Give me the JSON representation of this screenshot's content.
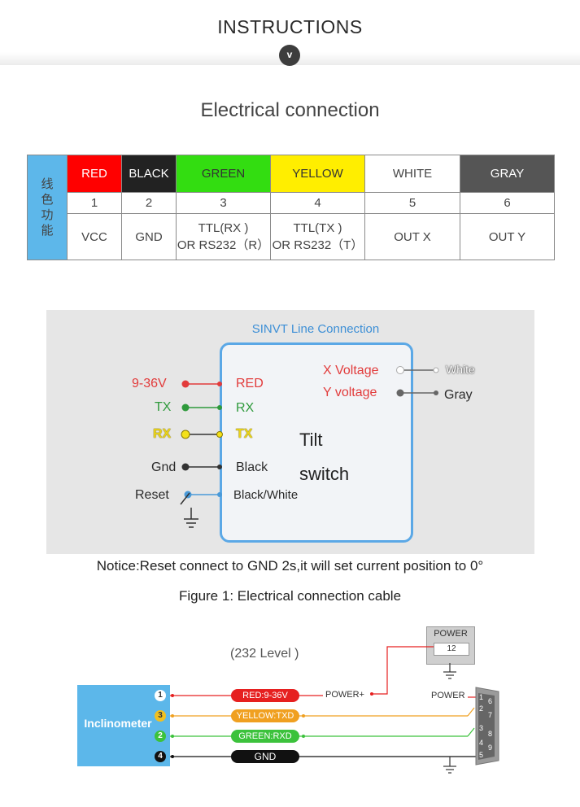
{
  "header": {
    "title": "INSTRUCTIONS",
    "badge": "v"
  },
  "section_title": "Electrical connection",
  "table": {
    "side_label": "线\n色\n功\n能",
    "columns": [
      {
        "color_name": "RED",
        "bg": "#ff0000",
        "fg": "#ffffff",
        "pin": "1",
        "function": "VCC"
      },
      {
        "color_name": "BLACK",
        "bg": "#222222",
        "fg": "#ffffff",
        "pin": "2",
        "function": "GND"
      },
      {
        "color_name": "GREEN",
        "bg": "#33dd11",
        "fg": "#333333",
        "pin": "3",
        "function": "TTL(RX )",
        "function2": "OR RS232（R）"
      },
      {
        "color_name": "YELLOW",
        "bg": "#ffee00",
        "fg": "#333333",
        "pin": "4",
        "function": "TTL(TX )",
        "function2": "OR RS232（T）"
      },
      {
        "color_name": "WHITE",
        "bg": "#ffffff",
        "fg": "#444444",
        "pin": "5",
        "function": "OUT X"
      },
      {
        "color_name": "GRAY",
        "bg": "#555555",
        "fg": "#ffffff",
        "pin": "6",
        "function": "OUT Y"
      }
    ]
  },
  "wiring": {
    "box_title": "SINVT Line Connection",
    "left": [
      {
        "label": "9-36V",
        "wire": "RED"
      },
      {
        "label": "TX",
        "wire": "RX"
      },
      {
        "label": "RX",
        "wire": "TX"
      },
      {
        "label": "Gnd",
        "wire": "Black"
      },
      {
        "label": "Reset",
        "wire": "Black/White"
      }
    ],
    "right": [
      {
        "signal": "X Voltage",
        "wire": "White"
      },
      {
        "signal": "Y voltage",
        "wire": "Gray"
      }
    ],
    "device_line1": "Tilt",
    "device_line2": "switch"
  },
  "notice": "Notice:Reset connect to GND 2s,it will set current position to 0°",
  "figure_caption": "Figure 1: Electrical connection cable",
  "rs232": {
    "level": "(232 Level )",
    "power_box_title": "POWER",
    "power_box_value": "12",
    "device": "Inclinometer",
    "pins": [
      "1",
      "3",
      "2",
      "4"
    ],
    "wires": [
      "RED:9-36V",
      "YELLOW:TXD",
      "GREEN:RXD",
      "GND"
    ],
    "power_plus": "POWER+",
    "db9_label": "POWER",
    "db9_pins_left": [
      "1",
      "2",
      "3",
      "4",
      "5"
    ],
    "db9_pins_right": [
      "6",
      "7",
      "8",
      "9"
    ]
  },
  "colors": {
    "accent_blue": "#5ba8e6",
    "wire_red": "#e62020",
    "wire_yellow": "#f0a020",
    "wire_green": "#3cc23c",
    "wire_black": "#111111"
  }
}
